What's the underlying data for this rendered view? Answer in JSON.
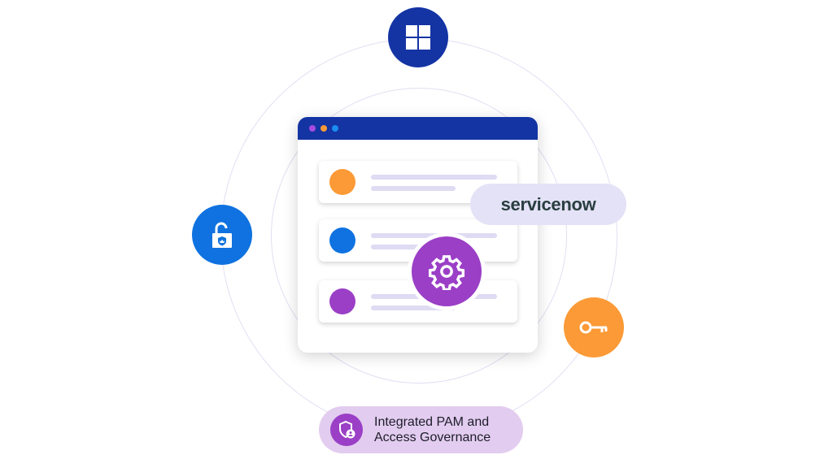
{
  "integration_badge": {
    "brand": "servicenow",
    "label": "servicenow"
  },
  "caption": {
    "line1": "Integrated PAM and",
    "line2": "Access Governance"
  },
  "icons": [
    "windows-icon",
    "unlocked-padlock-icon",
    "key-icon",
    "gear-icon",
    "shield-user-icon"
  ],
  "colors": {
    "navy": "#1434a4",
    "blue": "#0f72e0",
    "orange": "#fb9a36",
    "purple": "#9a3fc6",
    "lavender": "#e2ccef",
    "pill_bg": "#e4e2f6",
    "servicenow_green": "#62d84e"
  }
}
